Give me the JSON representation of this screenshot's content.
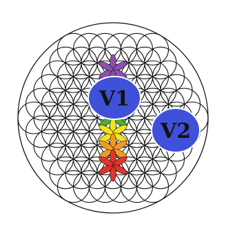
{
  "figure": {
    "pattern": "Flower of Life",
    "background_color": "#ffffff",
    "line_color": "#111111"
  },
  "petal_colors": {
    "violet": "#8e4fb0",
    "blue": "#3b56c8",
    "green": "#4cae36",
    "yellow": "#f3e21c",
    "orange": "#f29b22",
    "red": "#e1342b"
  },
  "markers": [
    {
      "id": "v1",
      "label": "V1",
      "fill": "#3f51d9",
      "text_color": "#111111"
    },
    {
      "id": "v2",
      "label": "V2",
      "fill": "#3f51d9",
      "text_color": "#111111"
    }
  ]
}
